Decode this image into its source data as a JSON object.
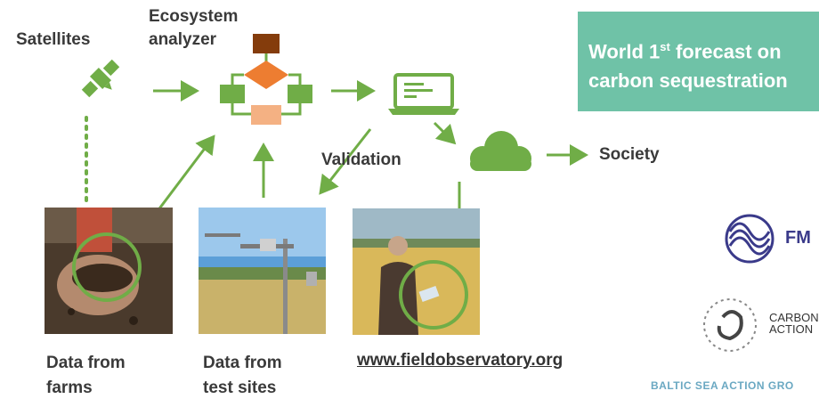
{
  "labels": {
    "satellites": "Satellites",
    "ecosystem_line1": "Ecosystem",
    "ecosystem_line2": "analyzer",
    "validation": "Validation",
    "society": "Society",
    "farms_line1": "Data from",
    "farms_line2": "farms",
    "sites_line1": "Data from",
    "sites_line2": "test sites",
    "url": "www.fieldobservatory.org"
  },
  "banner": {
    "line1_pre": "World 1",
    "line1_sup": "st",
    "line1_post": " forecast on",
    "line2": "carbon sequestration"
  },
  "logos": {
    "fmi": "FM",
    "carbon_line1": "CARBON",
    "carbon_line2": "ACTION",
    "bsag": "BALTIC SEA ACTION GRO"
  },
  "colors": {
    "green": "#70ad47",
    "orange": "#ed7d31",
    "brown": "#843c0c",
    "peach": "#f4b183",
    "banner": "#6fc2a7"
  },
  "icons": [
    "satellite-icon",
    "flowchart-icon",
    "laptop-icon",
    "cloud-icon",
    "fmi-logo-icon",
    "carbon-action-logo-icon"
  ]
}
